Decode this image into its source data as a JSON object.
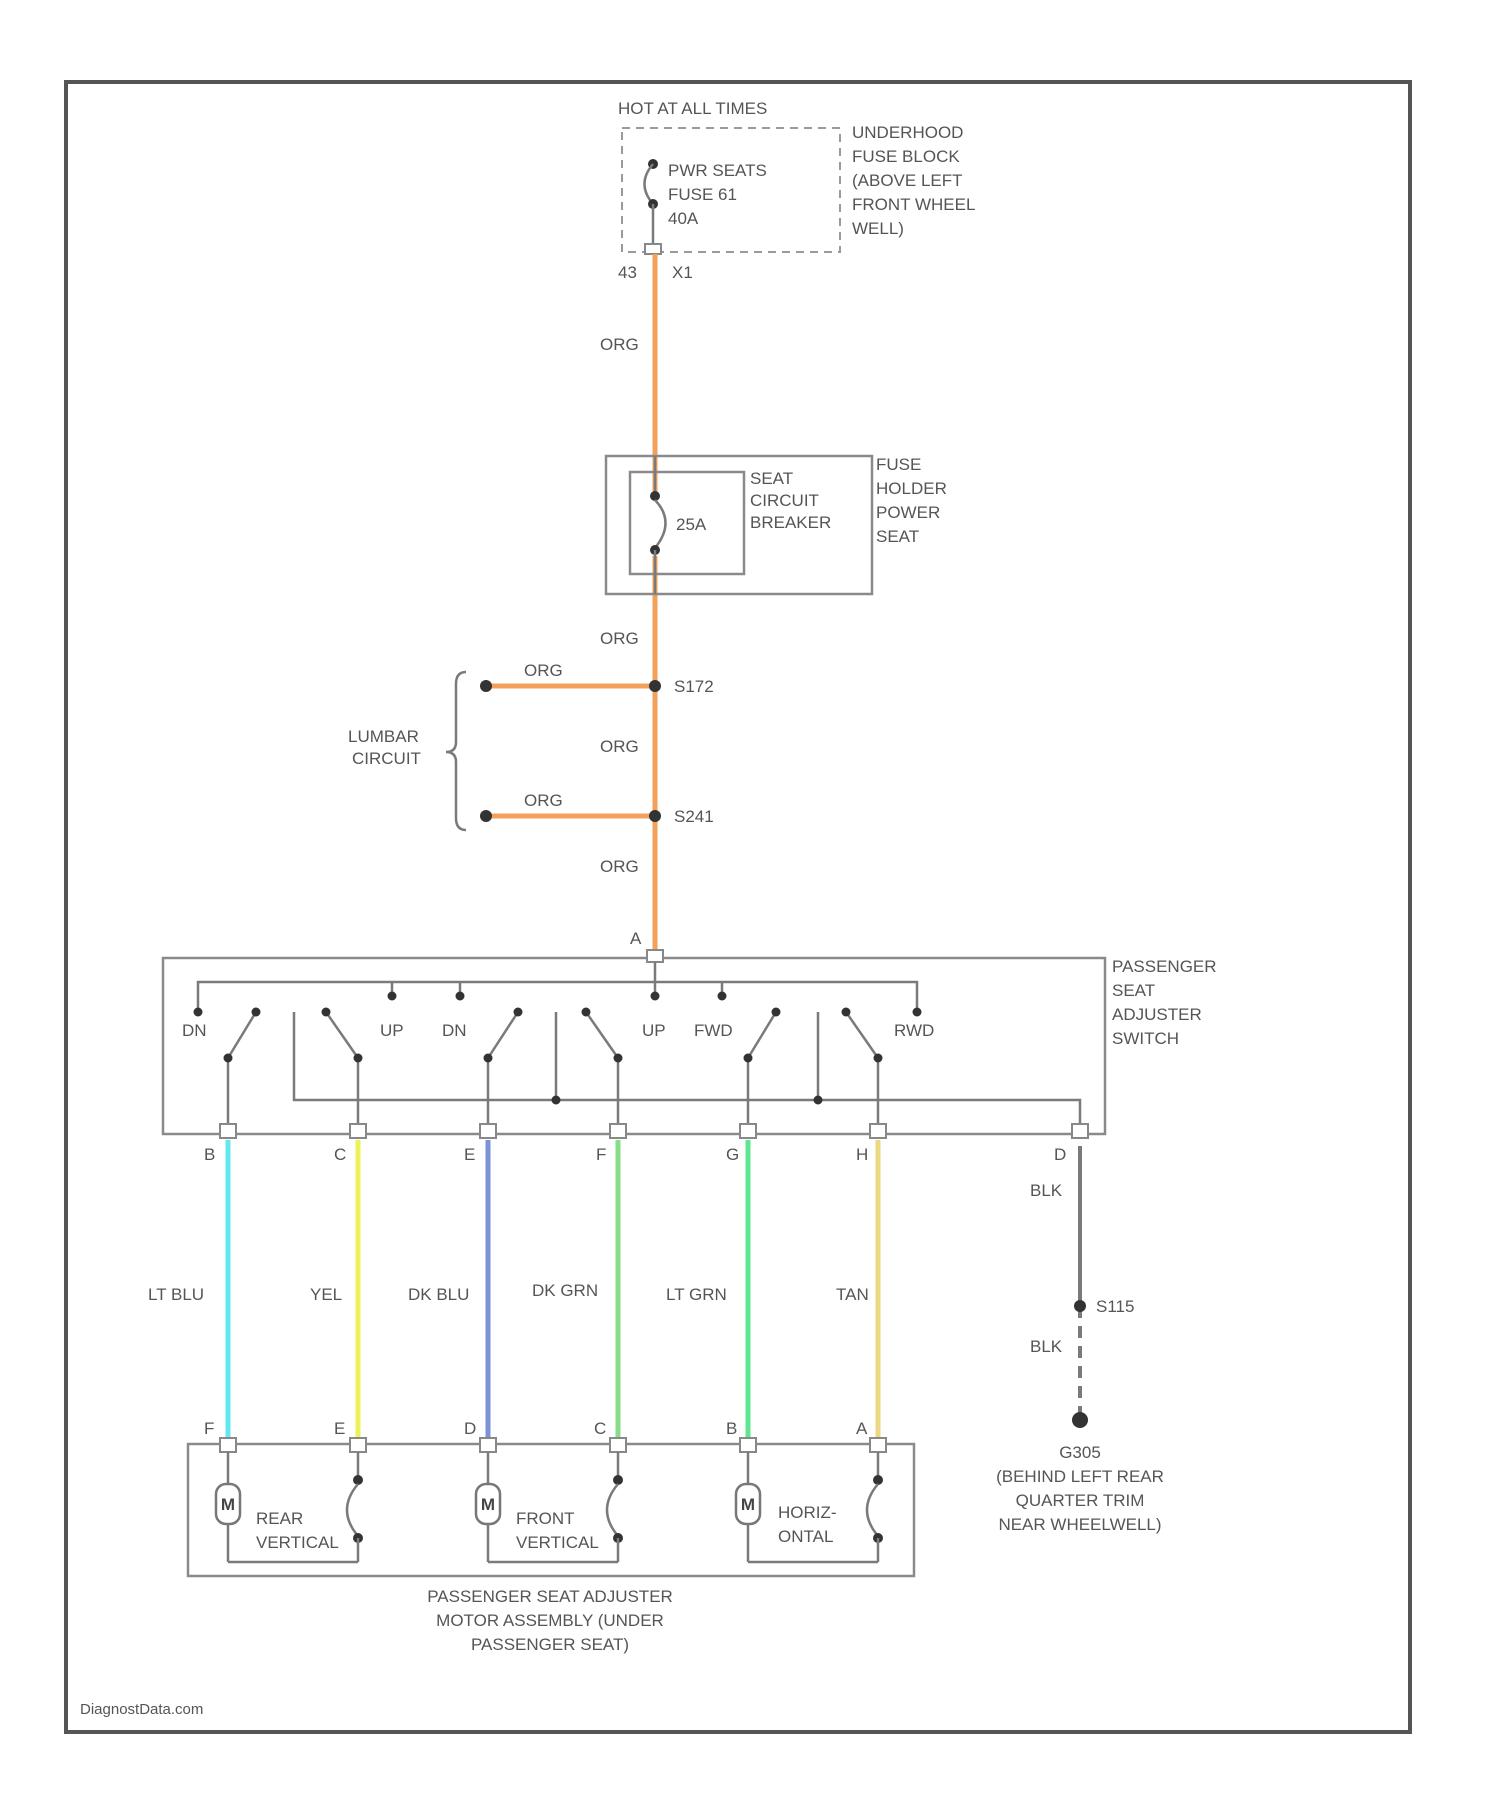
{
  "power": {
    "hot_label": "HOT AT ALL TIMES",
    "fuse_label": [
      "PWR SEATS",
      "FUSE 61",
      "40A"
    ],
    "fuse_block_label": [
      "UNDERHOOD",
      "FUSE BLOCK",
      "(ABOVE LEFT",
      "FRONT WHEEL",
      "WELL)"
    ],
    "pin_left": "43",
    "pin_right": "X1"
  },
  "breaker": {
    "rating": "25A",
    "label": [
      "SEAT",
      "CIRCUIT",
      "BREAKER"
    ],
    "holder_label": [
      "FUSE",
      "HOLDER",
      "POWER",
      "SEAT"
    ]
  },
  "feed": {
    "wire_color_hex": "#f2a05a",
    "labels": [
      "ORG",
      "ORG",
      "ORG",
      "ORG",
      "ORG",
      "ORG"
    ],
    "splice_1": "S172",
    "splice_2": "S241",
    "lumbar_label": [
      "LUMBAR",
      "CIRCUIT"
    ],
    "switch_pin": "A"
  },
  "switch": {
    "label": [
      "PASSENGER",
      "SEAT",
      "ADJUSTER",
      "SWITCH"
    ],
    "positions": [
      "DN",
      "UP",
      "DN",
      "UP",
      "FWD",
      "RWD"
    ],
    "pins": [
      "B",
      "C",
      "E",
      "F",
      "G",
      "H",
      "D"
    ]
  },
  "wires": [
    {
      "name": "LT BLU",
      "color": "#62e8ee"
    },
    {
      "name": "YEL",
      "color": "#eef25a"
    },
    {
      "name": "DK BLU",
      "color": "#7b93d6"
    },
    {
      "name": "DK GRN",
      "color": "#88dd88"
    },
    {
      "name": "LT GRN",
      "color": "#5fe58f"
    },
    {
      "name": "TAN",
      "color": "#ecd882"
    }
  ],
  "ground": {
    "wire_color_hex": "#7a7a7a",
    "label_1": "BLK",
    "label_2": "BLK",
    "splice": "S115",
    "location": [
      "G305",
      "(BEHIND LEFT REAR",
      "QUARTER TRIM",
      "NEAR WHEELWELL)"
    ]
  },
  "motors": {
    "pins": [
      "F",
      "E",
      "D",
      "C",
      "B",
      "A"
    ],
    "symbol": "M",
    "names": [
      [
        "REAR",
        "VERTICAL"
      ],
      [
        "FRONT",
        "VERTICAL"
      ],
      [
        "HORIZ-",
        "ONTAL"
      ]
    ],
    "assembly_label": [
      "PASSENGER SEAT ADJUSTER",
      "MOTOR ASSEMBLY (UNDER",
      "PASSENGER SEAT)"
    ]
  },
  "watermark": "DiagnostData.com"
}
